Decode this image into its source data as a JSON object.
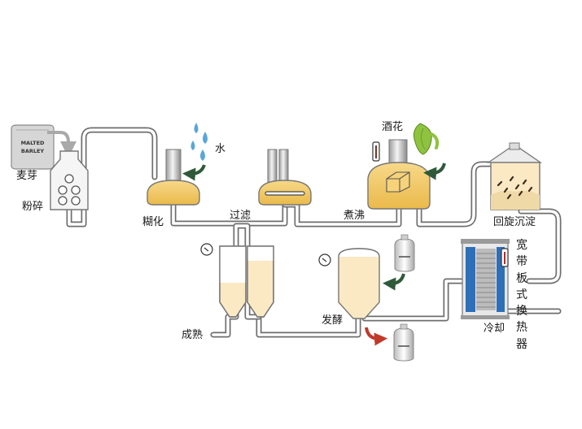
{
  "labels": {
    "malt": "麦芽",
    "crush": "粉碎",
    "water": "水",
    "mash": "糊化",
    "filter": "过滤",
    "boil": "煮沸",
    "hops": "酒花",
    "whirlpool": "回旋沉淀",
    "plate_exchanger": "宽带板式换热器",
    "cooling": "冷却",
    "fermentation": "发酵",
    "maturation": "成熟"
  },
  "sack_text": {
    "line1": "MALTED",
    "line2": "BARLEY"
  },
  "colors": {
    "pipe": "#6e6e6e",
    "wort": "#f2c660",
    "beer_light": "#fbe9c4",
    "hops_green": "#8fc23f",
    "arrow_green": "#2f5a3a",
    "arrow_red": "#c0392b",
    "water_drop": "#5aa6d8"
  }
}
